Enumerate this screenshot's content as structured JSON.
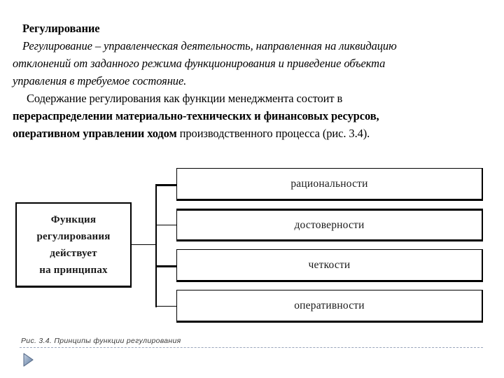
{
  "document": {
    "section_title": "Регулирование",
    "paragraphs": [
      {
        "id": "definition",
        "lines": [
          "Регулирование – управленческая деятельность, направленная на ликвидацию",
          "отклонений от заданного режима функционирования и приведение объекта",
          "управления в требуемое состояние."
        ]
      },
      {
        "id": "content",
        "lines": [
          "Содержание регулирования как функции менеджмента состоит в",
          "перераспределении материально-технических и финансовых ресурсов,",
          "оперативном управлении ходом производственного процесса (рис. 3.4)."
        ]
      }
    ],
    "content_parts": {
      "plain_lead": "Содержание регулирования как функции менеджмента состоит в",
      "bold_part_1": "перераспределении материально-технических и финансовых ресурсов,",
      "bold_part_2": "оперативном управлении ходом",
      "plain_tail": " производственного процесса (рис. 3.4)."
    }
  },
  "diagram": {
    "root": {
      "label_lines": [
        "Функция",
        "регулирования",
        "действует",
        "на принципах"
      ],
      "label_full": "Функция регулирования действует на принципах"
    },
    "principles": [
      {
        "index": 1,
        "label": "рациональности"
      },
      {
        "index": 2,
        "label": "достоверности"
      },
      {
        "index": 3,
        "label": "четкости"
      },
      {
        "index": 4,
        "label": "оперативности"
      }
    ]
  },
  "caption": {
    "text": "Рис. 3.4. Принципы функции регулирования"
  },
  "colors": {
    "text": "#000000",
    "box_border": "#000000",
    "caption_text": "#3a3a3a",
    "caption_rule": "#9aa6bb",
    "play_icon": "#7f92ad",
    "background": "#ffffff"
  },
  "icons": {
    "play": "play-triangle-icon"
  }
}
